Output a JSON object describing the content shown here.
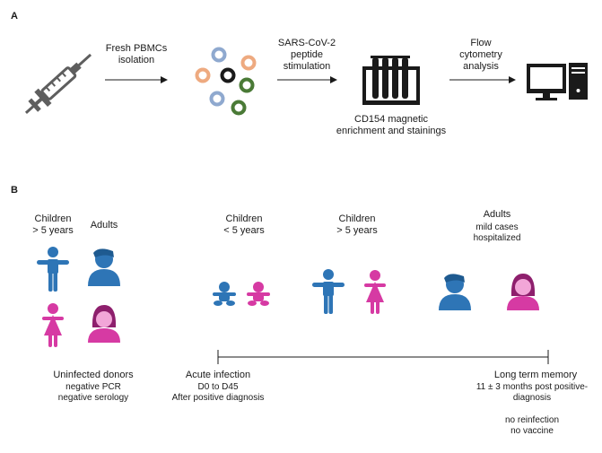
{
  "panel_a": {
    "label": "A",
    "step1": "Fresh PBMCs\nisolation",
    "step2": "SARS-CoV-2\npeptide\nstimulation",
    "step3": "CD154 magnetic\nenrichment and stainings",
    "step4": "Flow\ncytometry\nanalysis"
  },
  "panel_b": {
    "label": "B",
    "group1": {
      "children_title": "Children\n> 5 years",
      "adults_title": "Adults",
      "caption_title": "Uninfected donors",
      "caption_details": "negative PCR\nnegative serology"
    },
    "group2": {
      "title": "Children\n< 5 years"
    },
    "group3": {
      "title": "Children\n> 5 years"
    },
    "group4": {
      "title": "Adults",
      "subtitle": "mild cases\nhospitalized"
    },
    "timeline_start": {
      "title": "Acute infection",
      "details": "D0 to D45\nAfter positive diagnosis"
    },
    "timeline_end": {
      "title": "Long term memory",
      "details": "11 ± 3 months post positive-\ndiagnosis",
      "notes": "no reinfection\nno vaccine"
    }
  },
  "colors": {
    "male": "#2e75b6",
    "female": "#d63aa3",
    "ring_blue": "#8fa9cf",
    "ring_orange": "#eeaa80",
    "ring_green": "#4a7a36",
    "ring_black": "#1a1a1a"
  }
}
